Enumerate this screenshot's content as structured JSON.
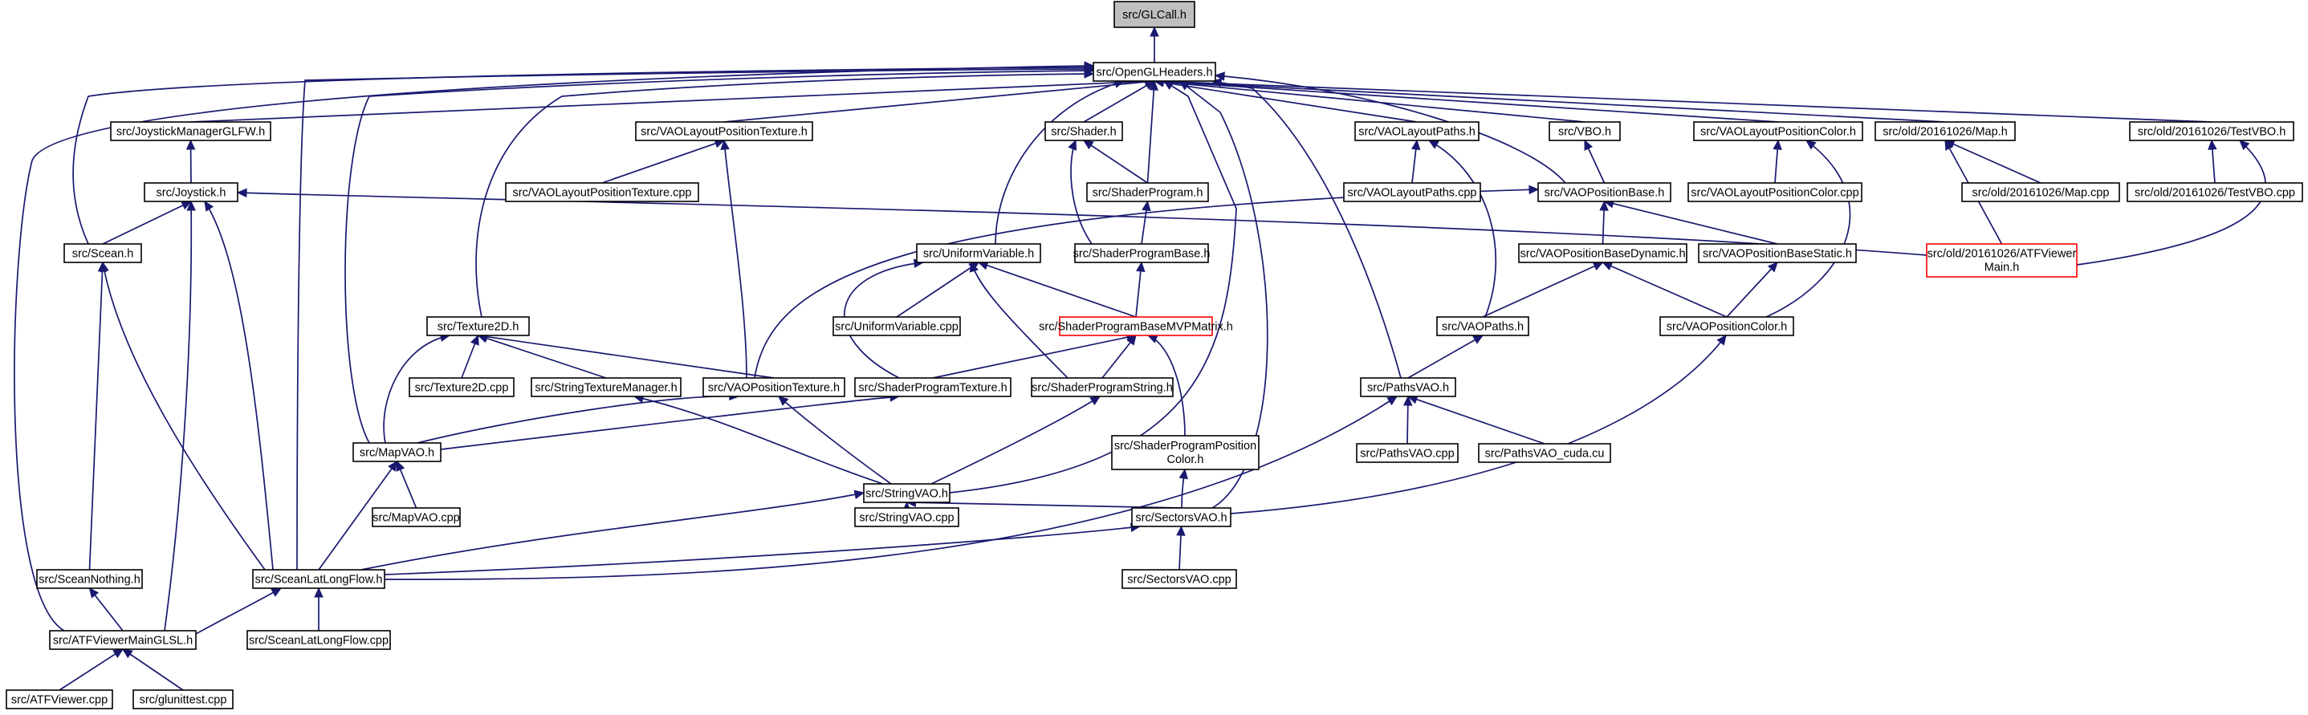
{
  "nodes": [
    {
      "id": "glcall",
      "label": "src/GLCall.h",
      "root": true
    },
    {
      "id": "openglheaders",
      "label": "src/OpenGLHeaders.h"
    },
    {
      "id": "joystickmanager",
      "label": "src/JoystickManagerGLFW.h"
    },
    {
      "id": "vaolayoutpositiontexture",
      "label": "src/VAOLayoutPositionTexture.h"
    },
    {
      "id": "shader",
      "label": "src/Shader.h"
    },
    {
      "id": "vaolayoutpaths",
      "label": "src/VAOLayoutPaths.h"
    },
    {
      "id": "vbo",
      "label": "src/VBO.h"
    },
    {
      "id": "vaolayoutpositioncolor",
      "label": "src/VAOLayoutPositionColor.h"
    },
    {
      "id": "oldmap",
      "label": "src/old/20161026/Map.h"
    },
    {
      "id": "oldtestvbo",
      "label": "src/old/20161026/TestVBO.h"
    },
    {
      "id": "joystick",
      "label": "src/Joystick.h"
    },
    {
      "id": "vaolayoutpositiontexturecpp",
      "label": "src/VAOLayoutPositionTexture.cpp"
    },
    {
      "id": "shaderprogram",
      "label": "src/ShaderProgram.h"
    },
    {
      "id": "vaolayoutpathscpp",
      "label": "src/VAOLayoutPaths.cpp"
    },
    {
      "id": "vaopositionbase",
      "label": "src/VAOPositionBase.h"
    },
    {
      "id": "vaolayoutpositioncolorcpp",
      "label": "src/VAOLayoutPositionColor.cpp"
    },
    {
      "id": "oldmapcpp",
      "label": "src/old/20161026/Map.cpp"
    },
    {
      "id": "oldtestvbocpp",
      "label": "src/old/20161026/TestVBO.cpp"
    },
    {
      "id": "scean",
      "label": "src/Scean.h"
    },
    {
      "id": "shaderprogrambase",
      "label": "src/ShaderProgramBase.h"
    },
    {
      "id": "vaopositionbasedynamic",
      "label": "src/VAOPositionBaseDynamic.h"
    },
    {
      "id": "vaopositionbasestatic",
      "label": "src/VAOPositionBaseStatic.h"
    },
    {
      "id": "oldatfviewer",
      "label": "src/old/20161026/ATFViewer",
      "label2": "Main.h",
      "red": true
    },
    {
      "id": "uniformvariable",
      "label": "src/UniformVariable.h"
    },
    {
      "id": "texture2d",
      "label": "src/Texture2D.h"
    },
    {
      "id": "uniformvariablecpp",
      "label": "src/UniformVariable.cpp"
    },
    {
      "id": "shaderprogrambasemvp",
      "label": "src/ShaderProgramBaseMVPMatrix.h",
      "red": true
    },
    {
      "id": "vaopaths",
      "label": "src/VAOPaths.h"
    },
    {
      "id": "vaopositioncolor",
      "label": "src/VAOPositionColor.h"
    },
    {
      "id": "texture2dcpp",
      "label": "src/Texture2D.cpp"
    },
    {
      "id": "stringtexturemanager",
      "label": "src/StringTextureManager.h"
    },
    {
      "id": "vaopositiontexture",
      "label": "src/VAOPositionTexture.h"
    },
    {
      "id": "shaderprogramtexture",
      "label": "src/ShaderProgramTexture.h"
    },
    {
      "id": "shaderprogramstring",
      "label": "src/ShaderProgramString.h"
    },
    {
      "id": "pathsvao",
      "label": "src/PathsVAO.h"
    },
    {
      "id": "mapvao",
      "label": "src/MapVAO.h"
    },
    {
      "id": "stringvao",
      "label": "src/StringVAO.h"
    },
    {
      "id": "shaderprogrampositioncolor",
      "label": "src/ShaderProgramPosition",
      "label2": "Color.h"
    },
    {
      "id": "pathsvaocpp",
      "label": "src/PathsVAO.cpp"
    },
    {
      "id": "pathsvaocuda",
      "label": "src/PathsVAO_cuda.cu"
    },
    {
      "id": "mapvaocpp",
      "label": "src/MapVAO.cpp"
    },
    {
      "id": "stringvaocpp",
      "label": "src/StringVAO.cpp"
    },
    {
      "id": "sectorsvao",
      "label": "src/SectorsVAO.h"
    },
    {
      "id": "sceannothing",
      "label": "src/SceanNothing.h"
    },
    {
      "id": "sceanlatlongflow",
      "label": "src/SceanLatLongFlow.h"
    },
    {
      "id": "sectorsvaocpp",
      "label": "src/SectorsVAO.cpp"
    },
    {
      "id": "atfviewermainglsl",
      "label": "src/ATFViewerMainGLSL.h"
    },
    {
      "id": "sceanlatlongflowcpp",
      "label": "src/SceanLatLongFlow.cpp"
    },
    {
      "id": "atfviewercpp",
      "label": "src/ATFViewer.cpp"
    },
    {
      "id": "glunittest",
      "label": "src/glunittest.cpp"
    }
  ],
  "edges": [
    {
      "from": "openglheaders",
      "to": "glcall"
    },
    {
      "from": "joystickmanager",
      "to": "openglheaders"
    },
    {
      "from": "vaolayoutpositiontexture",
      "to": "openglheaders"
    },
    {
      "from": "shader",
      "to": "openglheaders"
    },
    {
      "from": "vaolayoutpaths",
      "to": "openglheaders"
    },
    {
      "from": "vbo",
      "to": "openglheaders"
    },
    {
      "from": "vaolayoutpositioncolor",
      "to": "openglheaders"
    },
    {
      "from": "oldmap",
      "to": "openglheaders"
    },
    {
      "from": "oldtestvbo",
      "to": "openglheaders"
    },
    {
      "from": "scean",
      "to": "openglheaders"
    },
    {
      "from": "atfviewermainglsl",
      "to": "openglheaders"
    },
    {
      "from": "sceanlatlongflow",
      "to": "openglheaders"
    },
    {
      "from": "mapvao",
      "to": "openglheaders"
    },
    {
      "from": "texture2d",
      "to": "openglheaders"
    },
    {
      "from": "uniformvariable",
      "to": "openglheaders"
    },
    {
      "from": "shaderprogram",
      "to": "openglheaders"
    },
    {
      "from": "stringvao",
      "to": "openglheaders"
    },
    {
      "from": "sectorsvao",
      "to": "openglheaders"
    },
    {
      "from": "pathsvao",
      "to": "openglheaders"
    },
    {
      "from": "vaopositionbase",
      "to": "openglheaders"
    },
    {
      "from": "joystick",
      "to": "joystickmanager"
    },
    {
      "from": "vaolayoutpositiontexturecpp",
      "to": "vaolayoutpositiontexture"
    },
    {
      "from": "vaopositiontexture",
      "to": "vaolayoutpositiontexture"
    },
    {
      "from": "shaderprogram",
      "to": "shader"
    },
    {
      "from": "shaderprogrambase",
      "to": "shader"
    },
    {
      "from": "vaolayoutpathscpp",
      "to": "vaolayoutpaths"
    },
    {
      "from": "vaopaths",
      "to": "vaolayoutpaths"
    },
    {
      "from": "vaopositionbase",
      "to": "vbo"
    },
    {
      "from": "vaolayoutpositioncolorcpp",
      "to": "vaolayoutpositioncolor"
    },
    {
      "from": "vaopositioncolor",
      "to": "vaolayoutpositioncolor"
    },
    {
      "from": "oldmapcpp",
      "to": "oldmap"
    },
    {
      "from": "oldatfviewer",
      "to": "oldmap"
    },
    {
      "from": "oldtestvbocpp",
      "to": "oldtestvbo"
    },
    {
      "from": "oldatfviewer",
      "to": "oldtestvbo"
    },
    {
      "from": "scean",
      "to": "joystick"
    },
    {
      "from": "atfviewermainglsl",
      "to": "joystick"
    },
    {
      "from": "sceanlatlongflow",
      "to": "joystick"
    },
    {
      "from": "oldatfviewer",
      "to": "joystick"
    },
    {
      "from": "shaderprogrambase",
      "to": "shaderprogram"
    },
    {
      "from": "vaopositionbasedynamic",
      "to": "vaopositionbase"
    },
    {
      "from": "vaopositionbasestatic",
      "to": "vaopositionbase"
    },
    {
      "from": "vaopositiontexture",
      "to": "vaopositionbase"
    },
    {
      "from": "sceannothing",
      "to": "scean"
    },
    {
      "from": "sceanlatlongflow",
      "to": "scean"
    },
    {
      "from": "shaderprogrambasemvp",
      "to": "shaderprogrambase"
    },
    {
      "from": "vaopaths",
      "to": "vaopositionbasedynamic"
    },
    {
      "from": "vaopositioncolor",
      "to": "vaopositionbasedynamic"
    },
    {
      "from": "vaopositioncolor",
      "to": "vaopositionbasestatic"
    },
    {
      "from": "uniformvariablecpp",
      "to": "uniformvariable"
    },
    {
      "from": "shaderprogrambasemvp",
      "to": "uniformvariable"
    },
    {
      "from": "shaderprogramtexture",
      "to": "uniformvariable"
    },
    {
      "from": "shaderprogramstring",
      "to": "uniformvariable"
    },
    {
      "from": "texture2dcpp",
      "to": "texture2d"
    },
    {
      "from": "stringtexturemanager",
      "to": "texture2d"
    },
    {
      "from": "vaopositiontexture",
      "to": "texture2d"
    },
    {
      "from": "mapvao",
      "to": "texture2d"
    },
    {
      "from": "shaderprogramtexture",
      "to": "shaderprogrambasemvp"
    },
    {
      "from": "shaderprogramstring",
      "to": "shaderprogrambasemvp"
    },
    {
      "from": "shaderprogrampositioncolor",
      "to": "shaderprogrambasemvp"
    },
    {
      "from": "pathsvao",
      "to": "vaopaths"
    },
    {
      "from": "sectorsvao",
      "to": "vaopositioncolor"
    },
    {
      "from": "stringvao",
      "to": "stringtexturemanager"
    },
    {
      "from": "mapvao",
      "to": "vaopositiontexture"
    },
    {
      "from": "stringvao",
      "to": "vaopositiontexture"
    },
    {
      "from": "mapvao",
      "to": "shaderprogramtexture"
    },
    {
      "from": "stringvao",
      "to": "shaderprogramstring"
    },
    {
      "from": "pathsvaocpp",
      "to": "pathsvao"
    },
    {
      "from": "pathsvaocuda",
      "to": "pathsvao"
    },
    {
      "from": "sceanlatlongflow",
      "to": "pathsvao"
    },
    {
      "from": "mapvaocpp",
      "to": "mapvao"
    },
    {
      "from": "sceanlatlongflow",
      "to": "mapvao"
    },
    {
      "from": "stringvaocpp",
      "to": "stringvao"
    },
    {
      "from": "sectorsvao",
      "to": "stringvao"
    },
    {
      "from": "sceanlatlongflow",
      "to": "stringvao"
    },
    {
      "from": "sectorsvao",
      "to": "shaderprogrampositioncolor"
    },
    {
      "from": "sectorsvaocpp",
      "to": "sectorsvao"
    },
    {
      "from": "sceanlatlongflow",
      "to": "sectorsvao"
    },
    {
      "from": "atfviewermainglsl",
      "to": "sceannothing"
    },
    {
      "from": "atfviewermainglsl",
      "to": "sceanlatlongflow"
    },
    {
      "from": "sceanlatlongflowcpp",
      "to": "sceanlatlongflow"
    },
    {
      "from": "atfviewercpp",
      "to": "atfviewermainglsl"
    },
    {
      "from": "glunittest",
      "to": "atfviewermainglsl"
    }
  ]
}
